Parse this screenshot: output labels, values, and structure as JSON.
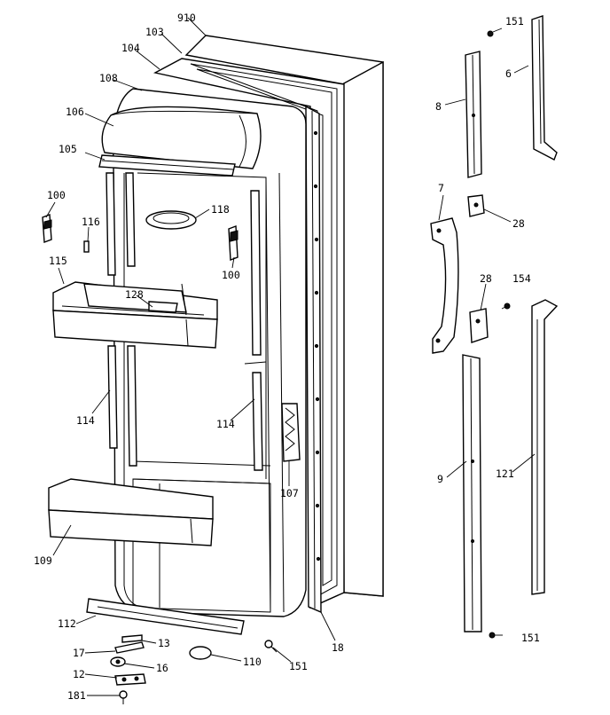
{
  "labels": {
    "l910": "910",
    "l103": "103",
    "l104": "104",
    "l108": "108",
    "l106": "106",
    "l105": "105",
    "l100a": "100",
    "l116": "116",
    "l118": "118",
    "l100b": "100",
    "l115": "115",
    "l128": "128",
    "l114a": "114",
    "l114b": "114",
    "l107": "107",
    "l109": "109",
    "l112": "112",
    "l17": "17",
    "l13": "13",
    "l12": "12",
    "l16": "16",
    "l181": "181",
    "l110": "110",
    "l151a": "151",
    "l18": "18",
    "l151b": "151",
    "l6": "6",
    "l8": "8",
    "l7": "7",
    "l28a": "28",
    "l28b": "28",
    "l154": "154",
    "l9": "9",
    "l121": "121",
    "l151c": "151"
  }
}
